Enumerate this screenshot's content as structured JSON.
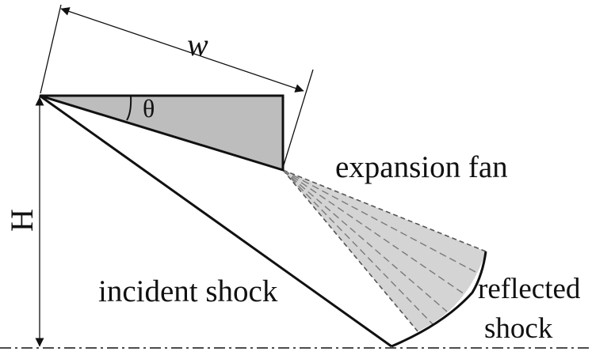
{
  "labels": {
    "width": "w",
    "height": "H",
    "angle": "θ",
    "expansion_fan": "expansion fan",
    "incident_shock": "incident shock",
    "reflected_shock_line1": "reflected",
    "reflected_shock_line2": "shock"
  },
  "colors": {
    "wedge_fill": "#bdbdbd",
    "fan_fill": "#d4d4d4",
    "line": "#111111",
    "fan_ray": "#7a7a7a"
  }
}
